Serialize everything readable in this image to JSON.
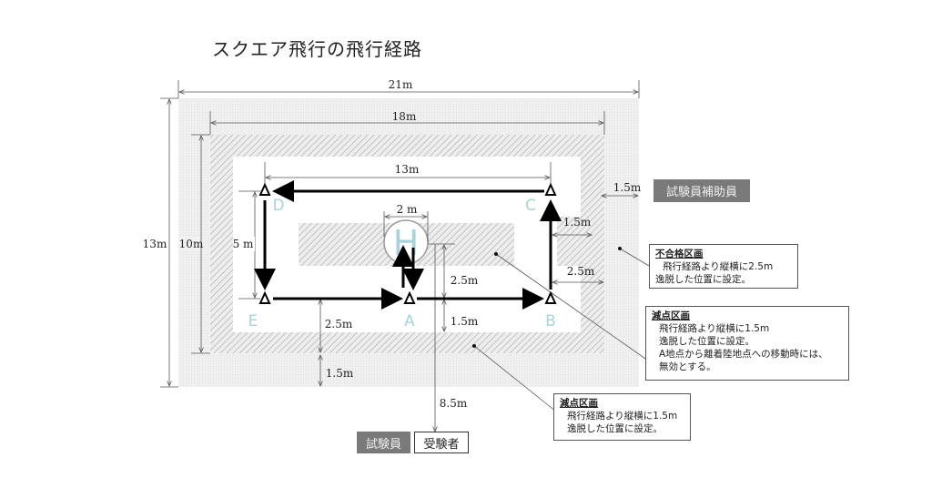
{
  "title": "スクエア飛行の飛行経路",
  "dimensions": {
    "outer_width": "21m",
    "mid_width": "18m",
    "path_width": "13m",
    "outer_height": "13m",
    "mid_height": "10m",
    "path_height": "5 m",
    "heli_diameter": "2 m",
    "right_outer_margin": "1.5m",
    "right_inner_margin": "1.5m",
    "right_fail_margin": "2.5m",
    "center_to_a": "2.5m",
    "a_to_inner": "1.5m",
    "bottom_fail": "2.5m",
    "bottom_outer": "1.5m",
    "to_examinee": "8.5m"
  },
  "points": {
    "a": "A",
    "b": "B",
    "c": "C",
    "d": "D",
    "e": "E",
    "heliport": "H"
  },
  "labels": {
    "assistant_examiner": "試験員補助員",
    "examiner": "試験員",
    "examinee": "受験者"
  },
  "callouts": {
    "fail_zone": {
      "heading": "不合格区画",
      "lines": [
        "飛行経路より縦横に2.5m",
        "逸脱した位置に設定。"
      ]
    },
    "deduction_zone_inner": {
      "heading": "減点区画",
      "lines": [
        "飛行経路より縦横に1.5m",
        "逸脱した位置に設定。",
        "A地点から離着陸地点への移動時には、",
        "無効とする。"
      ]
    },
    "deduction_zone_outer": {
      "heading": "減点区画",
      "lines": [
        "飛行経路より縦横に1.5m",
        "逸脱した位置に設定。"
      ]
    }
  },
  "colors": {
    "point_label": "#a9d3d8",
    "tag_gray": "#7a7a7a"
  }
}
